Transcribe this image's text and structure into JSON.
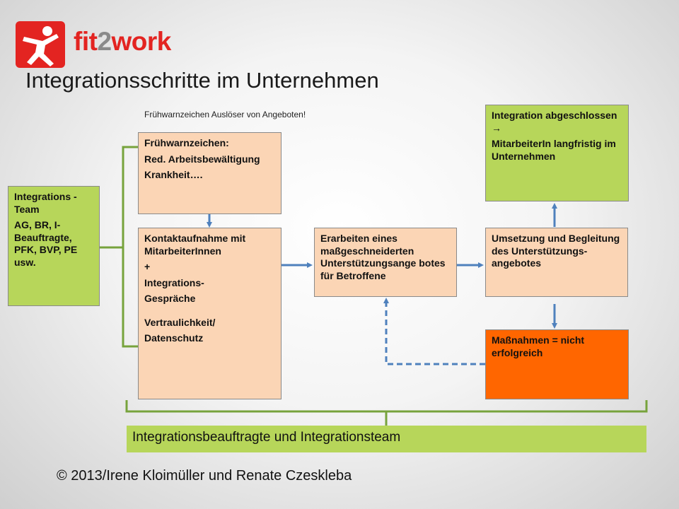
{
  "logo": {
    "icon": "person-jumping-icon",
    "brand_part1": "fit",
    "brand_part2": "2",
    "brand_part3": "work"
  },
  "title": "Integrationsschritte im Unternehmen",
  "note": "Frühwarnzeichen Auslöser von Angeboten!",
  "team_box": {
    "heading": "Integrations -Team",
    "body": "AG, BR, I-Beauftragte, PFK, BVP, PE usw."
  },
  "warning_box": {
    "line1": "Frühwarnzeichen:",
    "line2": "Red. Arbeitsbewältigung",
    "line3": "Krankheit…."
  },
  "contact_box": {
    "line1": "Kontaktaufnahme mit MitarbeiterInnen",
    "line2": "+",
    "line3": "Integrations-",
    "line4": "Gespräche",
    "line5": "Vertraulichkeit/",
    "line6": "Datenschutz"
  },
  "develop_box": {
    "text": "Erarbeiten eines maßgeschneiderten Unterstützungsange botes für Betroffene"
  },
  "implement_box": {
    "text": "Umsetzung und Begleitung des Unterstützungs-angebotes"
  },
  "complete_box": {
    "line1": "Integration abgeschlossen ",
    "arrow": "→",
    "line2": "MitarbeiterIn langfristig im Unternehmen"
  },
  "fail_box": {
    "text": "Maßnahmen = nicht erfolgreich"
  },
  "footer_bar": "Integrationsbeauftragte und Integrationsteam",
  "copyright": "© 2013/Irene Kloimüller und Renate Czeskleba",
  "colors": {
    "brand_red": "#e32421",
    "green": "#b7d65a",
    "peach": "#fbd5b5",
    "orange": "#ff6600",
    "arrow_blue": "#4f81bd",
    "bracket_green": "#77a33c"
  }
}
